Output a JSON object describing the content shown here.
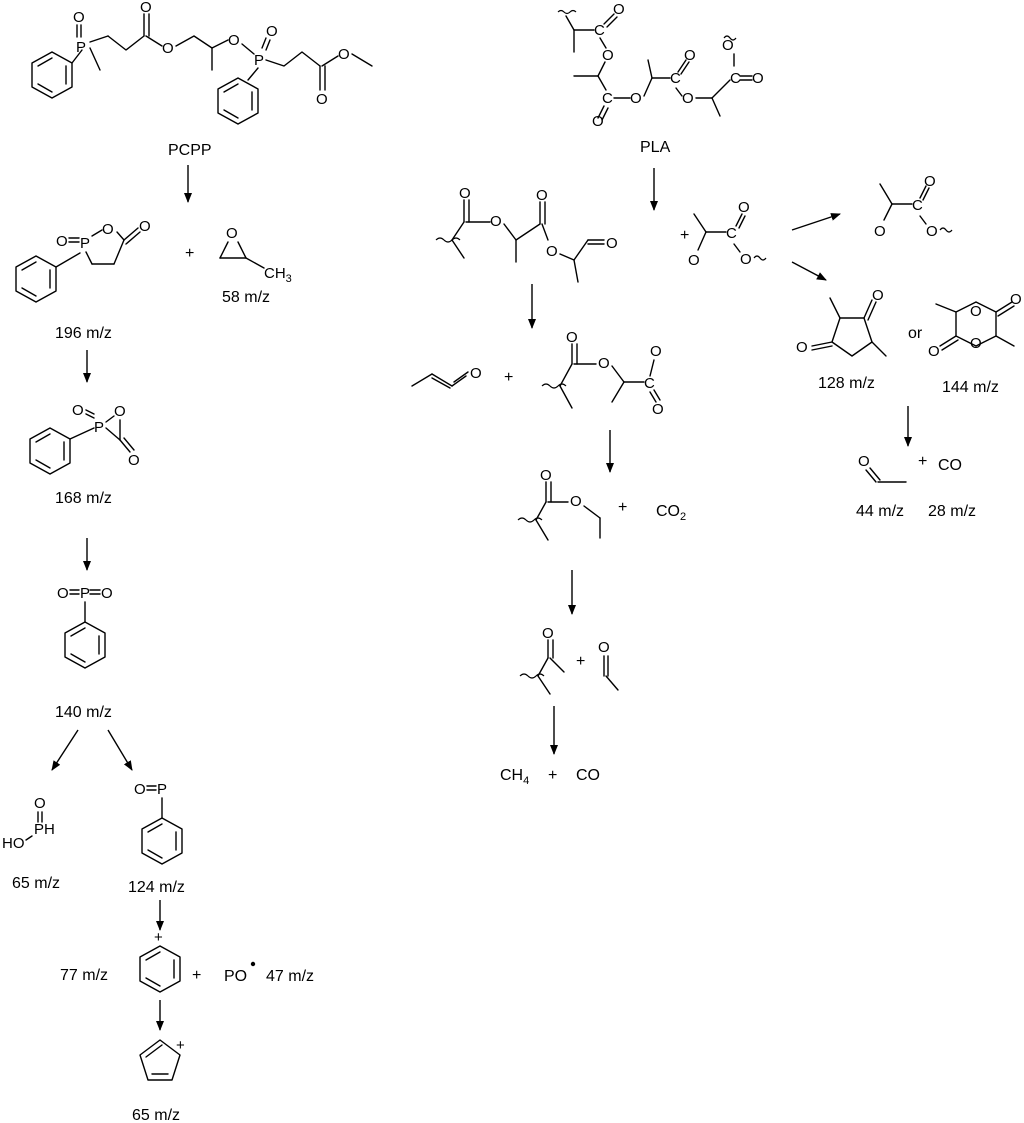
{
  "left_pathway": {
    "pcpp_label": "PCPP",
    "m196": "196 m/z",
    "m58": "58 m/z",
    "plus": "+",
    "m168": "168 m/z",
    "m140": "140 m/z",
    "m65a": "65 m/z",
    "m124": "124 m/z",
    "m77": "77 m/z",
    "po": "PO",
    "m47": "47 m/z",
    "m65b": "65 m/z"
  },
  "right_pathway": {
    "pla_label": "PLA",
    "or": "or",
    "m128": "128 m/z",
    "m144": "144 m/z",
    "co": "CO",
    "m44": "44 m/z",
    "m28": "28 m/z",
    "co2": "CO",
    "ch4": "CH",
    "co_final": "CO",
    "plus": "+"
  },
  "atoms": {
    "O": "O",
    "P": "P",
    "HO": "HO",
    "PH": "PH",
    "CH3": "CH",
    "C": "C"
  }
}
